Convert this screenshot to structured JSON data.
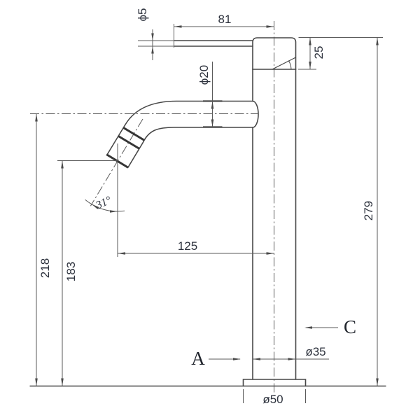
{
  "drawing": {
    "type": "technical-dimension-drawing",
    "subject": "tall single-lever basin faucet, side elevation",
    "line_color": "#474747",
    "dim_line_color": "#5a5a5a",
    "text_color": "#2d323d"
  },
  "dimensions": {
    "lever_tip_diameter": "ϕ5",
    "lever_length": "81",
    "cap_height": "25",
    "spout_tube_diameter": "ϕ20",
    "spout_angle": "31°",
    "spout_reach": "125",
    "outlet_height": "183",
    "spout_centerline_height": "218",
    "overall_height": "279",
    "body_diameter": "ø35",
    "base_diameter": "ø50"
  },
  "labels": {
    "inlet_a": "A",
    "inlet_c": "C"
  }
}
